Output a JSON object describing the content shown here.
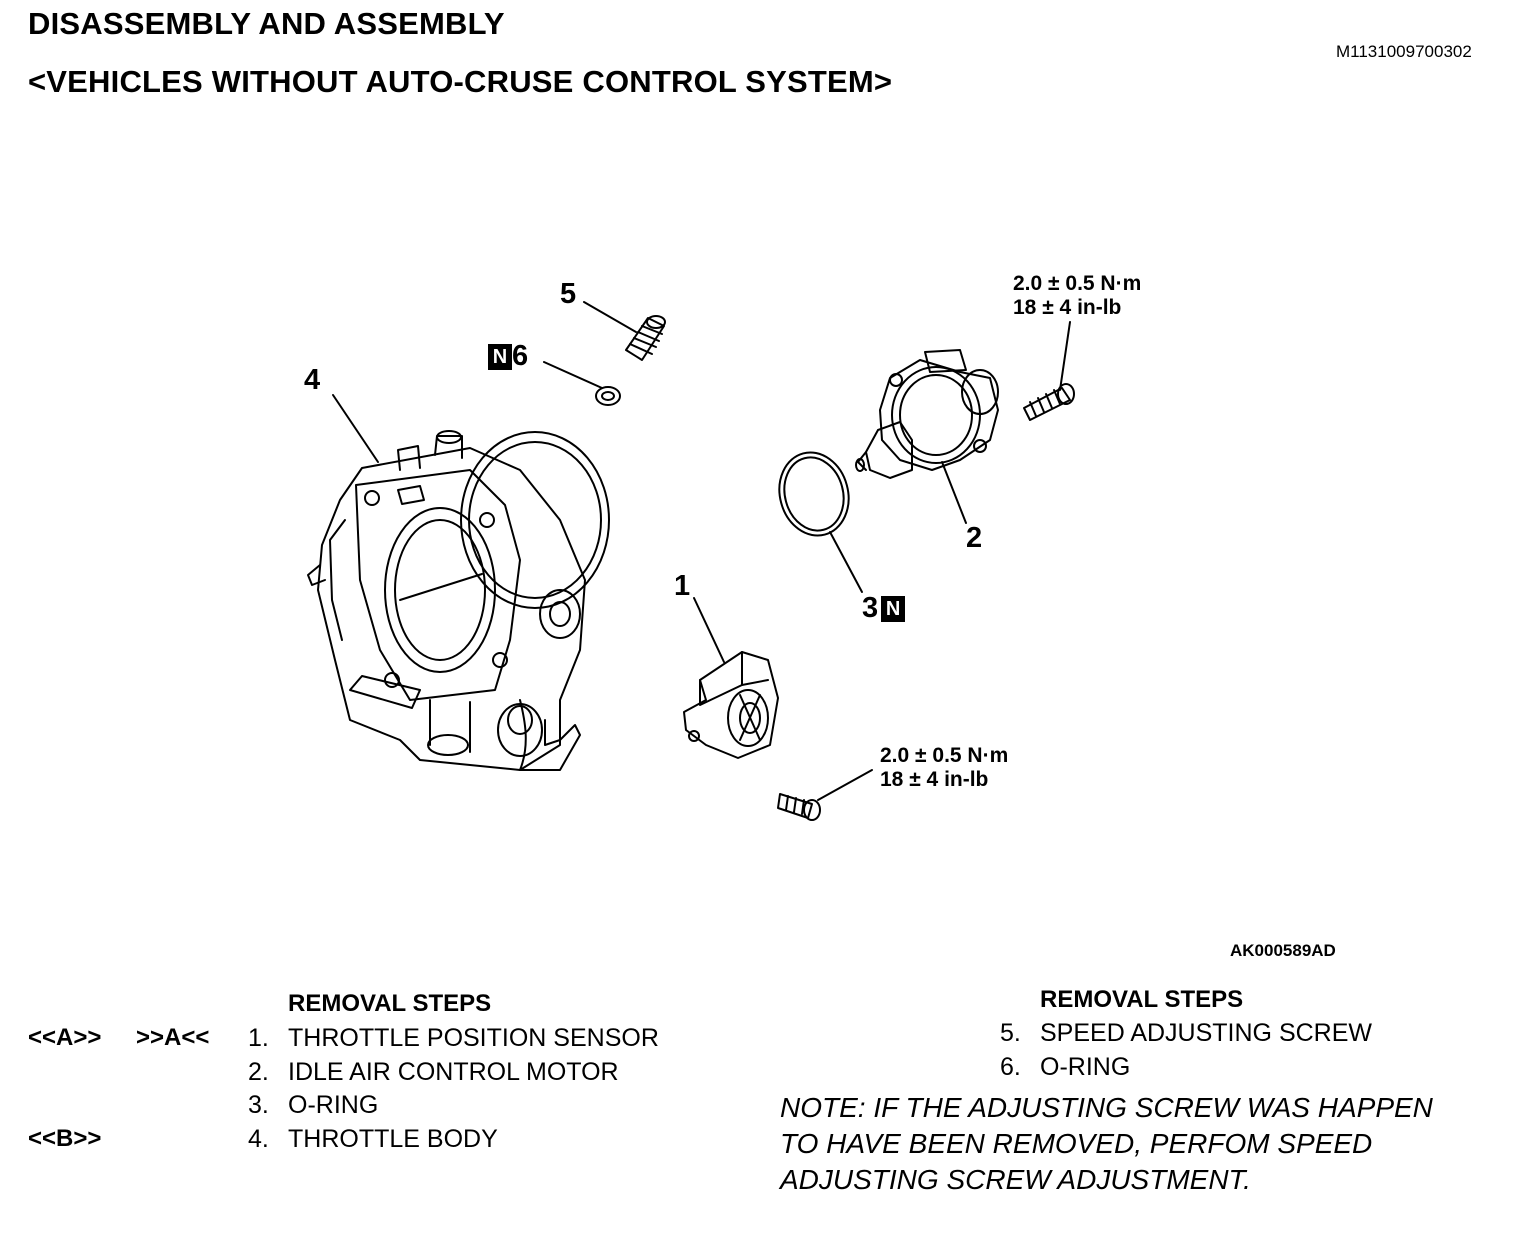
{
  "header": {
    "title": "DISASSEMBLY AND ASSEMBLY",
    "subtitle": "<VEHICLES WITHOUT AUTO-CRUSE CONTROL SYSTEM>",
    "doc_id": "M1131009700302"
  },
  "diagram": {
    "labels": {
      "p1": "1",
      "p2": "2",
      "p3": "3",
      "p4": "4",
      "p5": "5",
      "p6": "6"
    },
    "new_part_mark": "N",
    "torque_top": {
      "metric": "2.0 ± 0.5 N·m",
      "imperial": "18 ± 4 in-lb"
    },
    "torque_bottom": {
      "metric": "2.0 ± 0.5 N·m",
      "imperial": "18 ± 4 in-lb"
    },
    "figure_id": "AK000589AD"
  },
  "steps_left": {
    "heading": "REMOVAL STEPS",
    "items": [
      {
        "ref_a": "<<A>>",
        "ref_b": ">>A<<",
        "num": "1.",
        "text": "THROTTLE POSITION SENSOR"
      },
      {
        "ref_a": "",
        "ref_b": "",
        "num": "2.",
        "text": "IDLE AIR CONTROL MOTOR"
      },
      {
        "ref_a": "",
        "ref_b": "",
        "num": "3.",
        "text": "O-RING"
      },
      {
        "ref_a": "<<B>>",
        "ref_b": "",
        "num": "4.",
        "text": "THROTTLE BODY"
      }
    ]
  },
  "steps_right": {
    "heading": "REMOVAL STEPS",
    "items": [
      {
        "num": "5.",
        "text": "SPEED ADJUSTING SCREW"
      },
      {
        "num": "6.",
        "text": "O-RING"
      }
    ]
  },
  "note": {
    "line1": "NOTE: IF THE ADJUSTING SCREW WAS HAPPEN",
    "line2": "TO HAVE BEEN REMOVED, PERFOM SPEED",
    "line3": "ADJUSTING SCREW ADJUSTMENT."
  }
}
